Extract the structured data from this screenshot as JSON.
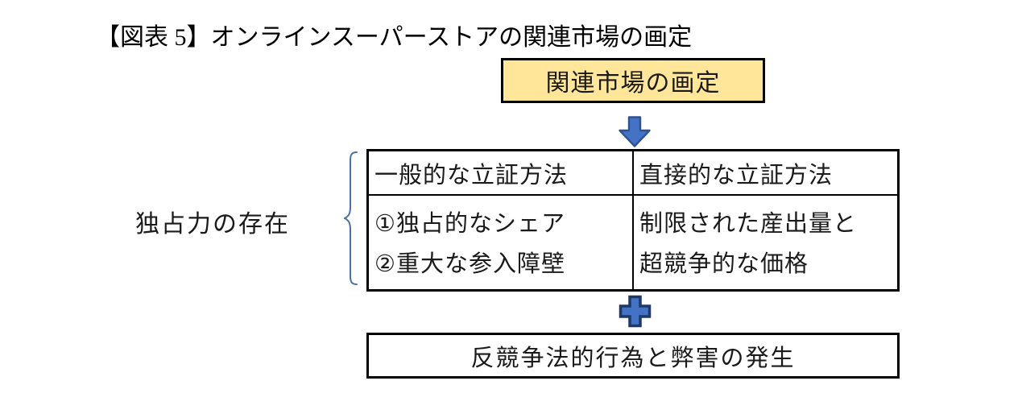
{
  "figure": {
    "title": "【図表 5】オンラインスーパーストアの関連市場の画定",
    "top_box_label": "関連市場の画定",
    "side_label": "独占力の存在",
    "table": {
      "header_row": [
        "一般的な立証方法",
        "直接的な立証方法"
      ],
      "general_items": [
        "①独占的なシェア",
        "②重大な参入障壁"
      ],
      "direct_items": [
        "制限された産出量と",
        "超競争的な価格"
      ]
    },
    "bottom_box_label": "反競争法的行為と弊害の発生",
    "colors": {
      "top_box_fill": "#FFE699",
      "box_border": "#000000",
      "arrow_fill": "#4472C4",
      "arrow_stroke": "#2E5395",
      "plus_fill": "#4472C4",
      "plus_stroke": "#1F3864",
      "brace_stroke": "#4A6FA5"
    }
  }
}
